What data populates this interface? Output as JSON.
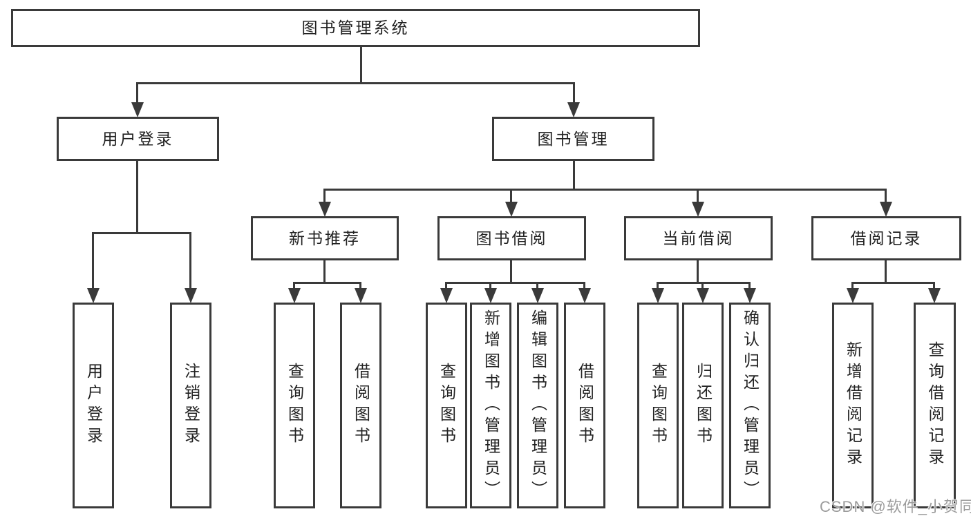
{
  "diagram": {
    "watermark": "CSDN @软件_小贺同学",
    "colors": {
      "line": "#3a3a3a",
      "text": "#222222",
      "background": "#ffffff",
      "watermark": "#9c9c9c"
    },
    "nodes": {
      "root": "图书管理系统",
      "level2": {
        "user_login": "用户登录",
        "book_management": "图书管理"
      },
      "level3": {
        "new_book_recommend": "新书推荐",
        "book_borrowing": "图书借阅",
        "current_borrowing": "当前借阅",
        "borrowing_records": "借阅记录"
      },
      "leaves": {
        "user_login": "用户登录",
        "logout": "注销登录",
        "search_book_recommend": "查询图书",
        "borrow_book_recommend": "借阅图书",
        "search_book_borrowing": "查询图书",
        "add_book_admin": "新增图书（管理员）",
        "edit_book_admin": "编辑图书（管理员）",
        "borrow_book_borrowing": "借阅图书",
        "search_book_current": "查询图书",
        "return_book": "归还图书",
        "confirm_return_admin": "确认归还（管理员）",
        "add_borrow_record": "新增借阅记录",
        "search_borrow_record": "查询借阅记录"
      }
    }
  }
}
